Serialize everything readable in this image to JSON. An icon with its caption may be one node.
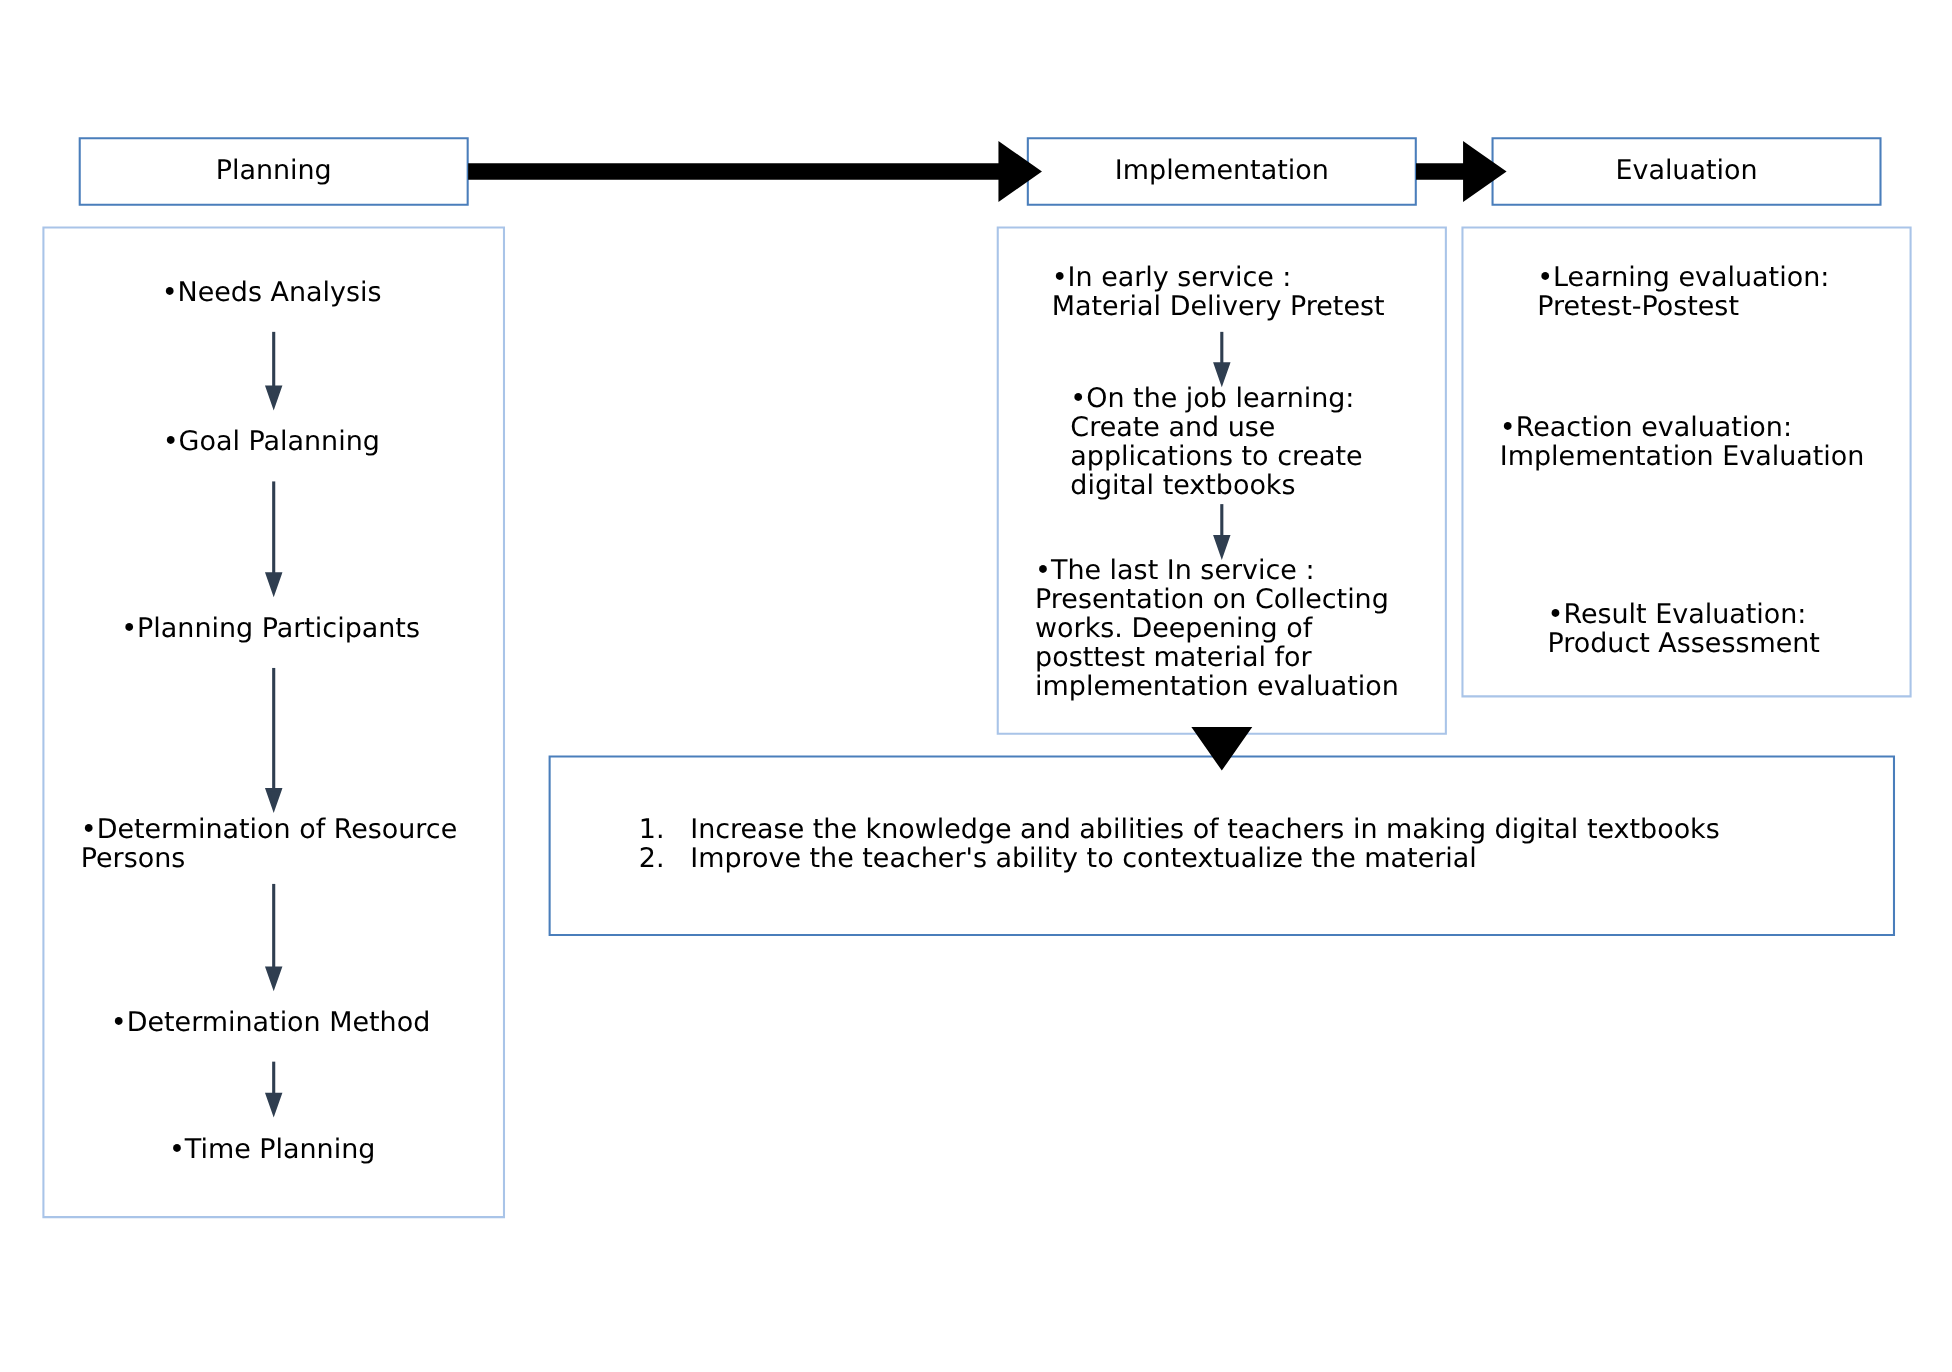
{
  "diagram": {
    "nodes": [
      {
        "text": [
          "Planning"
        ]
      },
      {
        "text": [],
        "shape": "box"
      },
      {
        "text": [
          "•Needs Analysis"
        ],
        "in": 1
      },
      {
        "text": [
          "•Goal Palanning"
        ],
        "in": 1
      },
      {
        "text": [
          "•Planning Participants"
        ],
        "in": 1
      },
      {
        "text": [
          "•Determination of Resource Persons"
        ],
        "in": 1
      },
      {
        "text": [
          "•Determination Method"
        ],
        "in": 1
      },
      {
        "text": [
          "•Time Planning"
        ],
        "in": 1
      },
      {
        "text": [
          "Implementation"
        ]
      },
      {
        "text": [],
        "shape": "box"
      },
      {
        "text": [
          "•In early service : Material Delivery Pretest"
        ],
        "in": 9
      },
      {
        "text": [
          "•On the job learning: Create and use applications to create digital textbooks"
        ],
        "in": 9
      },
      {
        "text": [
          "•The last In service : Presentation on Collecting works. Deepening of posttest material for implementation evaluation"
        ],
        "in": 9
      },
      {
        "text": [
          "Evaluation"
        ]
      },
      {
        "text": [],
        "shape": "box"
      },
      {
        "text": [
          "•Learning evaluation: Pretest-Postest"
        ],
        "in": 14
      },
      {
        "text": [
          "•Reaction evaluation: Implementation Evaluation"
        ],
        "in": 14
      },
      {
        "text": [
          "•Result Evaluation: Product Assessment"
        ],
        "in": 14
      },
      {
        "text": [
          "1.   Increase the knowledge and abilities of teachers in making digital textbooks",
          "2.   Improve the teacher's ability to contextualize the material"
        ]
      }
    ],
    "edges": [
      {
        "from": 0,
        "to": 8,
        "arrow": "to",
        "style": "thick"
      },
      {
        "from": 8,
        "to": 13,
        "arrow": "to",
        "style": "thick"
      },
      {
        "from": 2,
        "to": 3,
        "arrow": "to"
      },
      {
        "from": 3,
        "to": 4,
        "arrow": "to"
      },
      {
        "from": 4,
        "to": 5,
        "arrow": "to"
      },
      {
        "from": 5,
        "to": 6,
        "arrow": "to"
      },
      {
        "from": 6,
        "to": 7,
        "arrow": "to"
      },
      {
        "from": 10,
        "to": 11,
        "arrow": "to"
      },
      {
        "from": 11,
        "to": 12,
        "arrow": "to"
      },
      {
        "from": 9,
        "to": 18,
        "arrow": "to",
        "style": "thick"
      }
    ]
  }
}
